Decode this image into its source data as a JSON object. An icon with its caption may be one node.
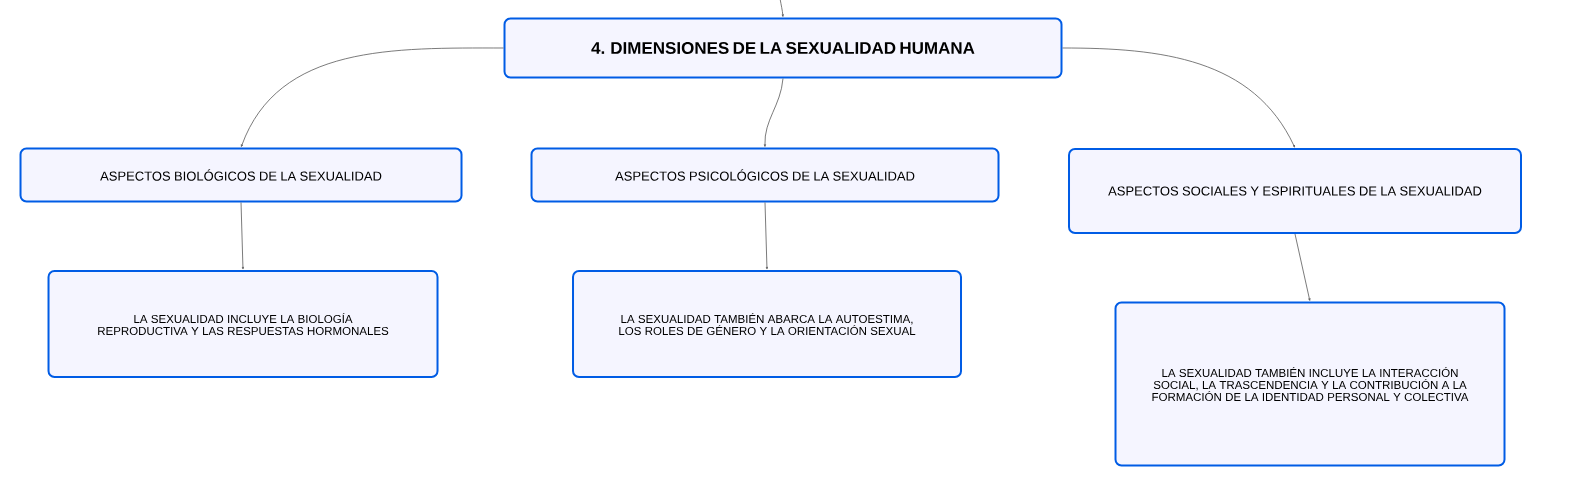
{
  "diagram": {
    "nodes": [
      {
        "text": [
          "4. DIMENSIONES DE LA SEXUALIDAD HUMANA"
        ]
      },
      {
        "text": [
          "ASPECTOS BIOLÓGICOS DE LA SEXUALIDAD"
        ]
      },
      {
        "text": [
          "ASPECTOS PSICOLÓGICOS DE LA SEXUALIDAD"
        ]
      },
      {
        "text": [
          "ASPECTOS SOCIALES Y ESPIRITUALES DE LA SEXUALIDAD"
        ]
      },
      {
        "text": [
          "LA SEXUALIDAD INCLUYE LA BIOLOGÍA REPRODUCTIVA Y LAS RESPUESTAS HORMONALES"
        ]
      },
      {
        "text": [
          "LA SEXUALIDAD TAMBIÉN ABARCA LA AUTOESTIMA, LOS ROLES DE GÉNERO Y LA ORIENTACIÓN SEXUAL"
        ]
      },
      {
        "text": [
          "LA SEXUALIDAD TAMBIÉN INCLUYE LA INTERACCIÓN SOCIAL, LA TRASCENDENCIA Y LA CONTRIBUCIÓN A LA FORMACIÓN DE LA IDENTIDAD PERSONAL Y COLECTIVA"
        ]
      }
    ],
    "edges": [
      {
        "from": null,
        "to": 0,
        "arrow": "to"
      },
      {
        "from": 0,
        "to": 1,
        "arrow": "to"
      },
      {
        "from": 0,
        "to": 2,
        "arrow": "to"
      },
      {
        "from": 0,
        "to": 3,
        "arrow": "to"
      },
      {
        "from": 1,
        "to": 4,
        "arrow": "to"
      },
      {
        "from": 2,
        "to": 5,
        "arrow": "to"
      },
      {
        "from": 3,
        "to": 6,
        "arrow": "to"
      }
    ]
  }
}
